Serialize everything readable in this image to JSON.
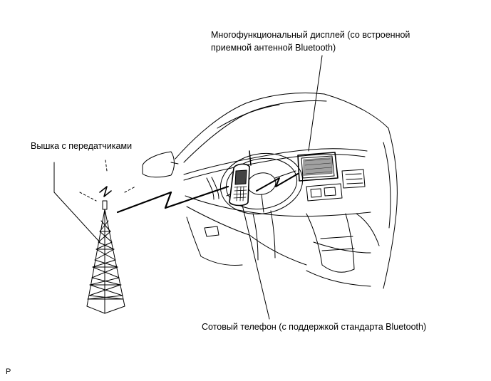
{
  "labels": {
    "display_line1": "Многофункциональный дисплей (со встроенной",
    "display_line2": "приемной антенной Bluetooth)",
    "tower": "Вышка с передатчиками",
    "phone": "Сотовый телефон (с поддержкой стандарта Bluetooth)",
    "figure_code": "P"
  },
  "colors": {
    "ink": "#000000",
    "background": "#ffffff"
  },
  "icons": [
    "transmission-tower-icon",
    "lightning-signal-icon",
    "cell-phone-icon",
    "multifunction-display-icon"
  ]
}
